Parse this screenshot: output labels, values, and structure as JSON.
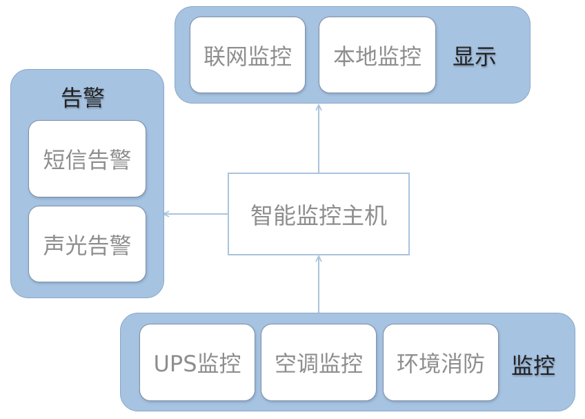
{
  "hub": {
    "label": "智能监控主机"
  },
  "display_group": {
    "title": "显示",
    "items": [
      "联网监控",
      "本地监控"
    ]
  },
  "alarm_group": {
    "title": "告警",
    "items": [
      "短信告警",
      "声光告警"
    ]
  },
  "monitor_group": {
    "title": "监控",
    "items": [
      "UPS监控",
      "空调监控",
      "环境消防"
    ]
  },
  "colors": {
    "group_fill": "#a6c3e2",
    "group_border": "#8aa6c7",
    "card_text": "#8e8e8e",
    "title_text": "#222222",
    "arrow": "#a9c3dd"
  }
}
